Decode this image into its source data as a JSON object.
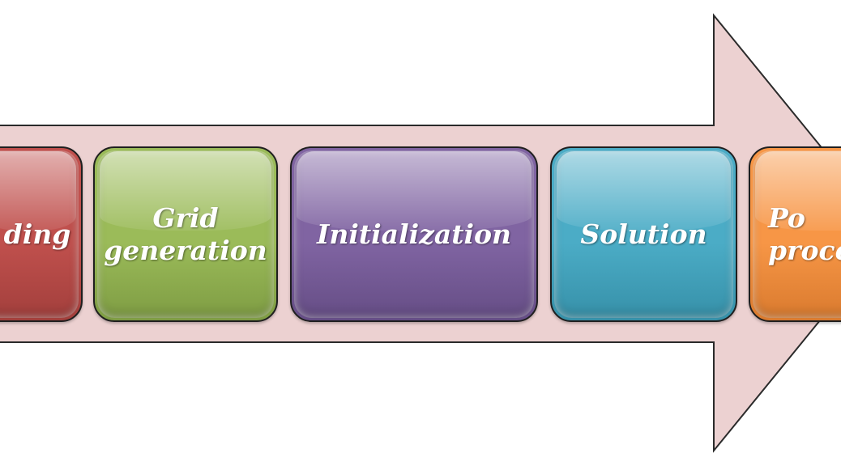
{
  "colors": {
    "arrow_fill": "#ecd1d1",
    "arrow_stroke": "#2a2a2a",
    "background": "#ffffff"
  },
  "steps": [
    {
      "label": "ding",
      "color": "#c0504d",
      "color_dark": "#a23f3c"
    },
    {
      "label": "Grid\ngeneration",
      "color": "#9bbb59",
      "color_dark": "#7e9c43"
    },
    {
      "label": "Initialization",
      "color": "#8064a2",
      "color_dark": "#654d85"
    },
    {
      "label": "Solution",
      "color": "#4bacc6",
      "color_dark": "#3690a8"
    },
    {
      "label": "Po\nproce",
      "color": "#f79646",
      "color_dark": "#d97a2e"
    }
  ]
}
